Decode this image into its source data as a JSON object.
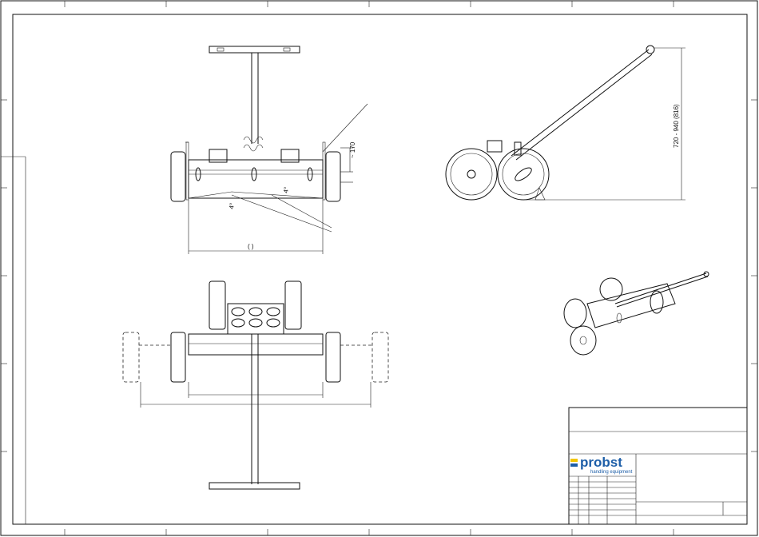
{
  "dimensions": {
    "height_range": "720 - 940 (816)",
    "side_offset": "~ 170",
    "front_detail": "( )",
    "angle_left": "4°",
    "angle_right": "4°"
  },
  "title_block": {
    "logo_name": "probst",
    "logo_tagline": "handling equipment",
    "logo_colors": {
      "blue": "#1d5ea8",
      "yellow": "#f2c500"
    }
  }
}
